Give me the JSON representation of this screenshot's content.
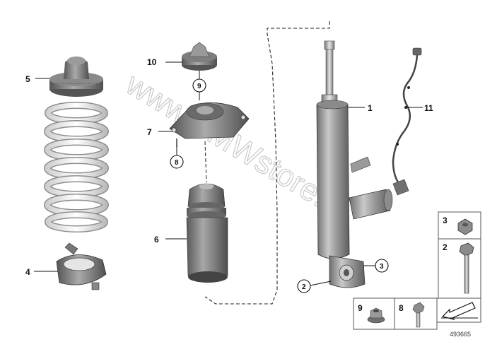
{
  "parts": [
    {
      "id": "1",
      "label": "1"
    },
    {
      "id": "2",
      "label": "2"
    },
    {
      "id": "3",
      "label": "3"
    },
    {
      "id": "4",
      "label": "4"
    },
    {
      "id": "5",
      "label": "5"
    },
    {
      "id": "6",
      "label": "6"
    },
    {
      "id": "7",
      "label": "7"
    },
    {
      "id": "8",
      "label": "8"
    },
    {
      "id": "9",
      "label": "9"
    },
    {
      "id": "10",
      "label": "10"
    },
    {
      "id": "11",
      "label": "11"
    }
  ],
  "legend": {
    "nut_3": "3",
    "bolt_2": "2",
    "nut_9": "9",
    "bolt_8": "8"
  },
  "watermark": "www.BMWstore.pl",
  "diagram_number": "493665"
}
